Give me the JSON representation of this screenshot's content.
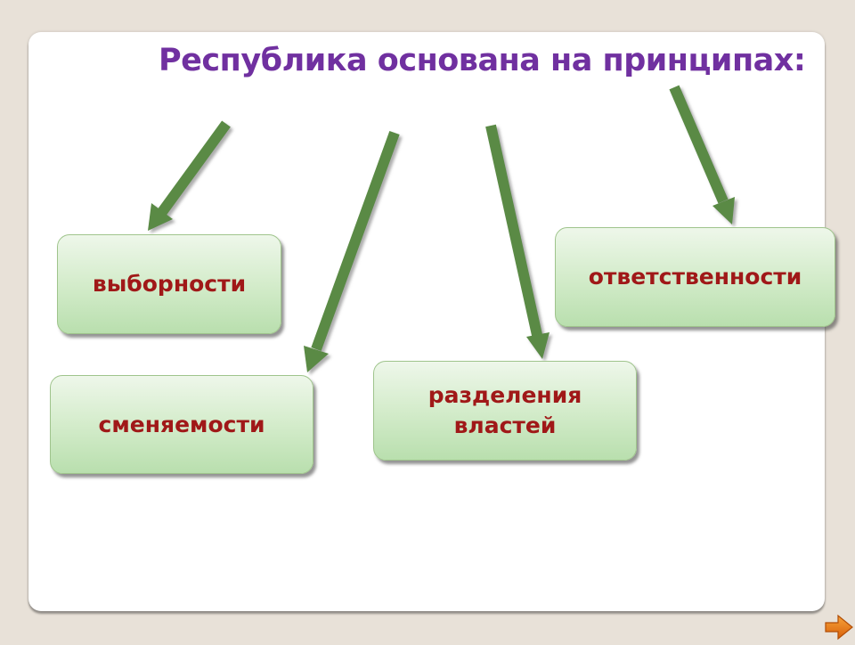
{
  "title": "Республика основана на принципах:",
  "principles": [
    {
      "label": "выборности"
    },
    {
      "label": "сменяемости"
    },
    {
      "label": "разделения властей"
    },
    {
      "label": "ответственности"
    }
  ],
  "colors": {
    "background": "#e8e1d8",
    "title": "#7030a0",
    "arrow": "#5a8a44",
    "box_text": "#a01818",
    "box_fill": "#d4eccb",
    "nav_button": "#e8740c"
  },
  "icons": {
    "nav": "arrow-right-icon"
  }
}
